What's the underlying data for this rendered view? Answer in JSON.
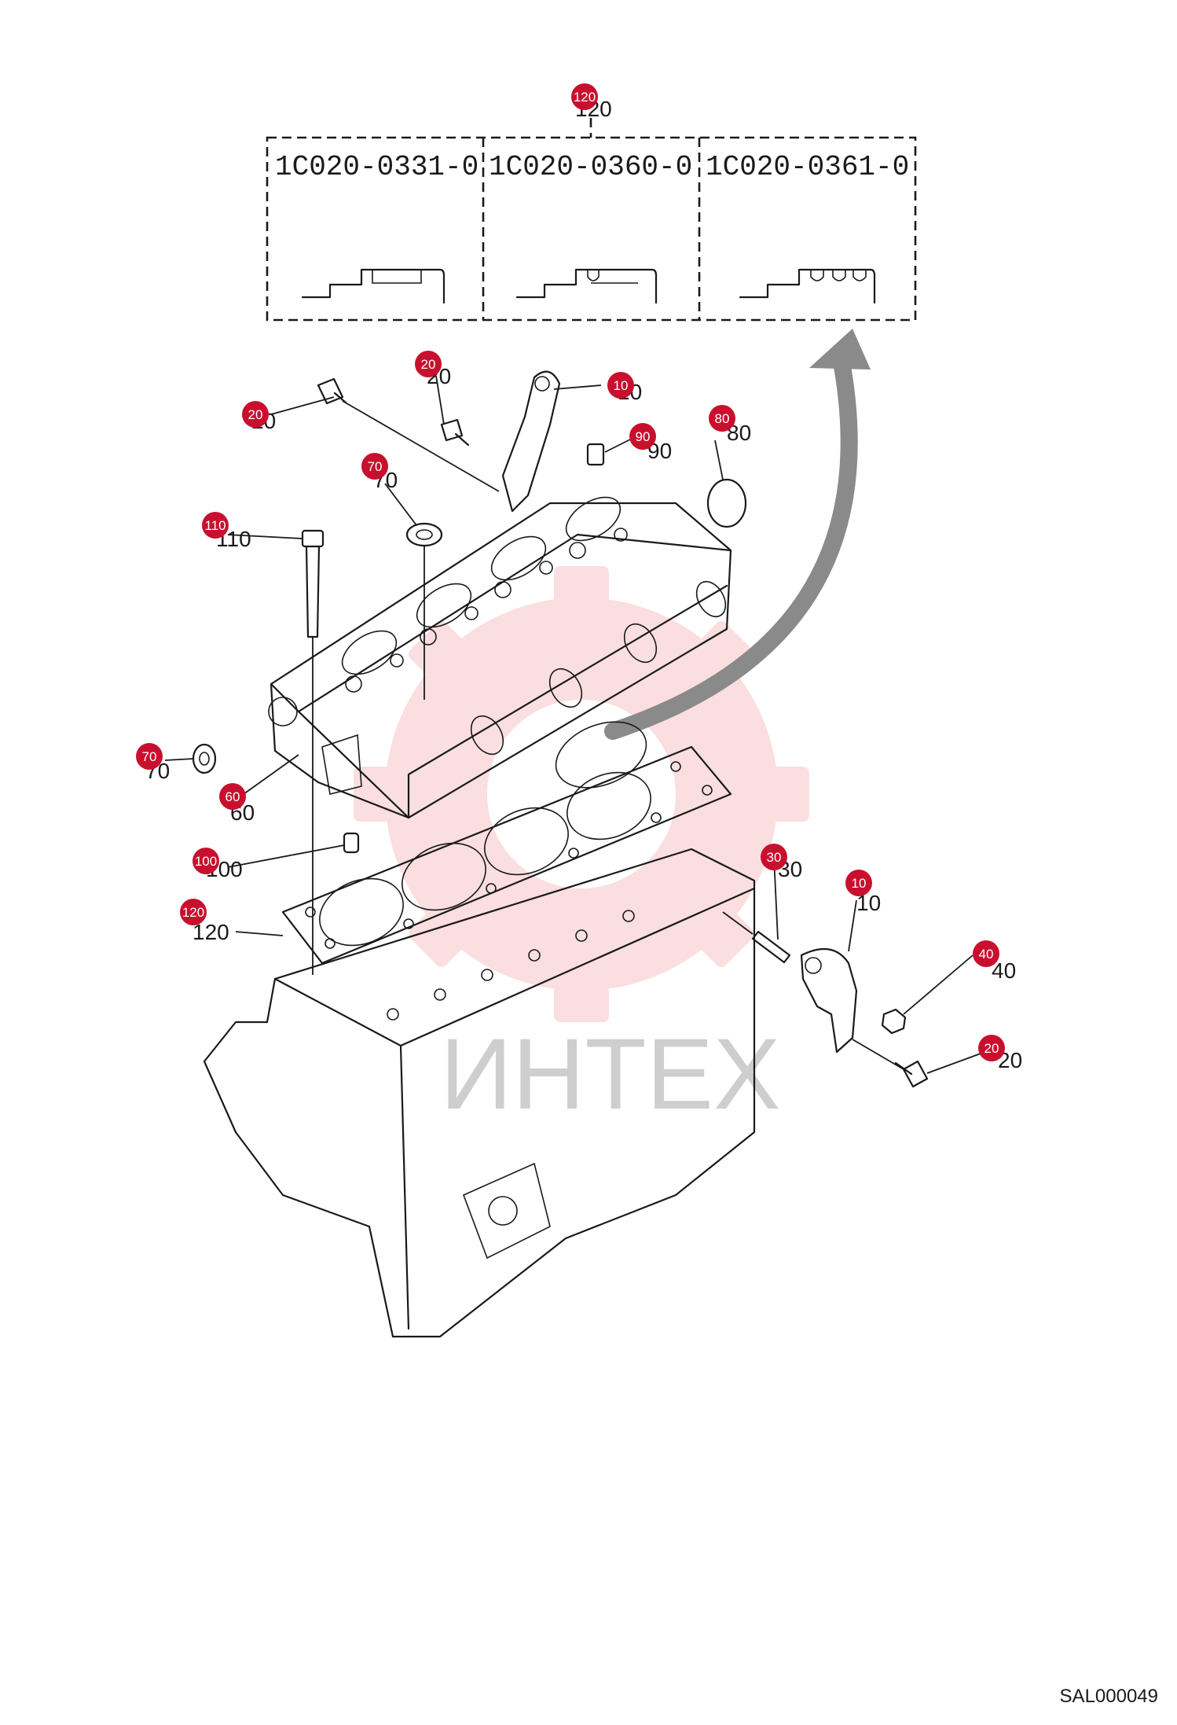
{
  "variant_panel": {
    "callout": "120",
    "label_under": "120",
    "part_numbers": [
      "1C020-0331-0",
      "1C020-0360-0",
      "1C020-0361-0"
    ]
  },
  "callouts": [
    {
      "id": "c10a",
      "label": "10"
    },
    {
      "id": "c10b",
      "label": "10"
    },
    {
      "id": "c20a",
      "label": "20"
    },
    {
      "id": "c20b",
      "label": "20"
    },
    {
      "id": "c20c",
      "label": "20"
    },
    {
      "id": "c30",
      "label": "30"
    },
    {
      "id": "c40",
      "label": "40"
    },
    {
      "id": "c60",
      "label": "60"
    },
    {
      "id": "c70a",
      "label": "70"
    },
    {
      "id": "c70b",
      "label": "70"
    },
    {
      "id": "c80",
      "label": "80"
    },
    {
      "id": "c90",
      "label": "90"
    },
    {
      "id": "c100",
      "label": "100"
    },
    {
      "id": "c110",
      "label": "110"
    },
    {
      "id": "c120",
      "label": "120"
    }
  ],
  "ghost_labels": {
    "g120": "120",
    "g10a": "10",
    "g10b": "10",
    "g20a": "20",
    "g20b": "20",
    "g20c": "20",
    "g30": "30",
    "g40": "40",
    "g60": "60",
    "g70a": "70",
    "g70b": "70",
    "g80": "80",
    "g90": "90",
    "g100": "100",
    "g110": "110"
  },
  "watermark": {
    "text": "ИНТЕХ",
    "color": "#e8383d"
  },
  "colors": {
    "callout": "#c8102e",
    "arrow": "#8a8a8a",
    "ink": "#1a1a1a"
  },
  "sheet_id": "SAL000049"
}
